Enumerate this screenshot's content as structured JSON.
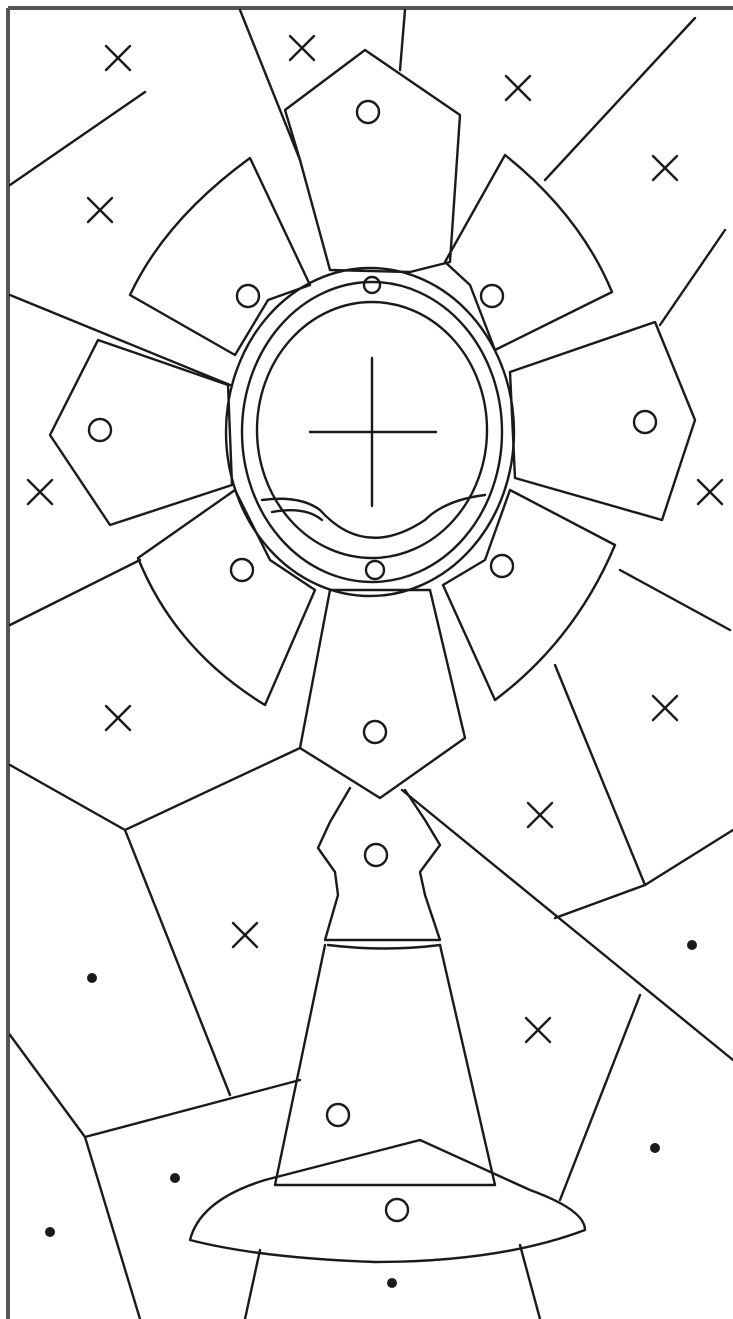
{
  "picture": {
    "subject": "monstrance-coloring-page",
    "legend": {
      "cross_regions": "x-mark",
      "circle_regions": "o-mark",
      "dot_regions": "dot-mark"
    },
    "colors": {
      "line": "#1a1a1a",
      "background": "#ffffff",
      "frame": "#555555"
    }
  }
}
